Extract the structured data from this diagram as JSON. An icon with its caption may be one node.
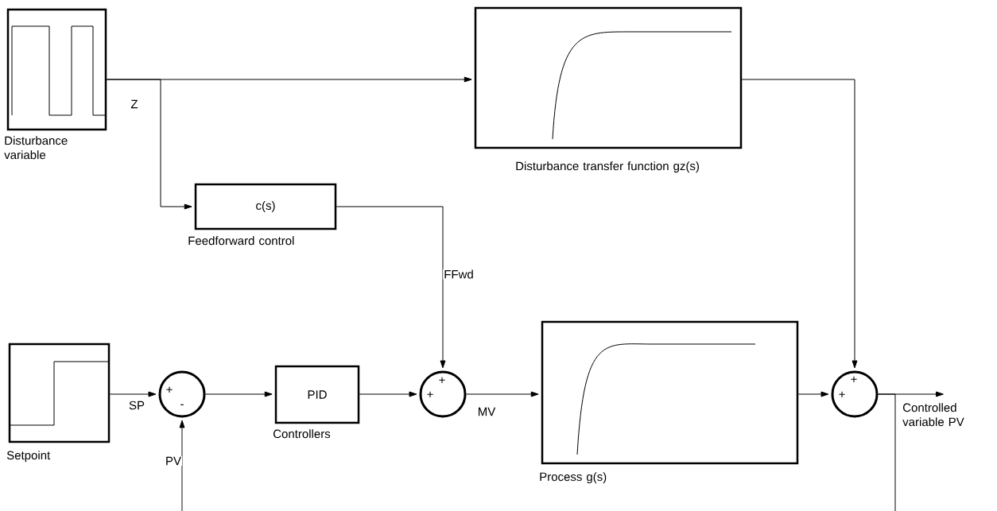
{
  "diagram": {
    "nodes": [
      {
        "text": [
          "Disturbance variable"
        ]
      },
      {
        "text": [
          "Disturbance transfer function gz(s)"
        ]
      },
      {
        "text": [
          "c(s)",
          "Feedforward control"
        ]
      },
      {
        "text": [
          "Setpoint"
        ]
      },
      {
        "text": [
          "+",
          "-"
        ]
      },
      {
        "text": [
          "PID",
          "Controllers"
        ]
      },
      {
        "text": [
          "+",
          "+"
        ]
      },
      {
        "text": [
          "Process g(s)"
        ]
      },
      {
        "text": [
          "+",
          "+"
        ]
      }
    ],
    "edges": [
      {
        "from": 0,
        "to": 1,
        "arrow": "to",
        "label": "Z"
      },
      {
        "from": 0,
        "to": 2,
        "arrow": "to"
      },
      {
        "from": 1,
        "to": 8,
        "arrow": "to"
      },
      {
        "from": 2,
        "to": 6,
        "arrow": "to",
        "label": "FFwd"
      },
      {
        "from": 3,
        "to": 4,
        "arrow": "to",
        "label": "SP"
      },
      {
        "from": 4,
        "to": 5,
        "arrow": "to"
      },
      {
        "from": 5,
        "to": 6,
        "arrow": "to"
      },
      {
        "from": 6,
        "to": 7,
        "arrow": "to",
        "label": "MV"
      },
      {
        "from": 7,
        "to": 8,
        "arrow": "to"
      },
      {
        "from": 8,
        "to": null,
        "arrow": "to",
        "label": "Controlled variable PV"
      },
      {
        "from": 8,
        "to": null,
        "arrow": "none"
      },
      {
        "from": null,
        "to": 4,
        "arrow": "to",
        "label": "PV"
      }
    ]
  }
}
